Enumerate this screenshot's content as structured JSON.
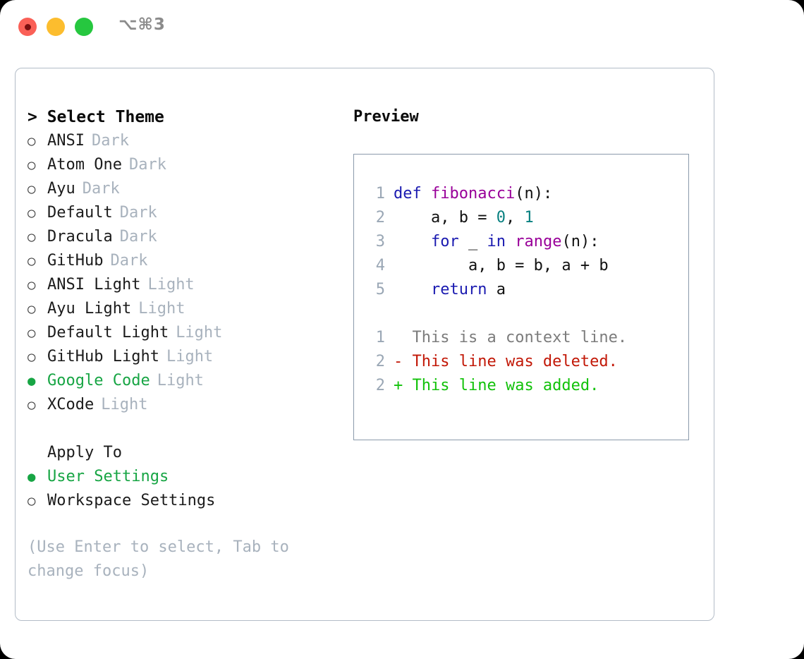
{
  "titlebar": {
    "shortcut": "⌥⌘3",
    "lights": [
      "close-red",
      "minimize-yellow",
      "maximize-green"
    ]
  },
  "theme_list": {
    "heading": "> Select Theme",
    "marker_selected": "●",
    "marker_unselected": "○",
    "items": [
      {
        "name": "ANSI",
        "variant": "Dark",
        "selected": false
      },
      {
        "name": "Atom One",
        "variant": "Dark",
        "selected": false
      },
      {
        "name": "Ayu",
        "variant": "Dark",
        "selected": false
      },
      {
        "name": "Default",
        "variant": "Dark",
        "selected": false
      },
      {
        "name": "Dracula",
        "variant": "Dark",
        "selected": false
      },
      {
        "name": "GitHub",
        "variant": "Dark",
        "selected": false
      },
      {
        "name": "ANSI Light",
        "variant": "Light",
        "selected": false
      },
      {
        "name": "Ayu Light",
        "variant": "Light",
        "selected": false
      },
      {
        "name": "Default Light",
        "variant": "Light",
        "selected": false
      },
      {
        "name": "GitHub Light",
        "variant": "Light",
        "selected": false
      },
      {
        "name": "Google Code",
        "variant": "Light",
        "selected": true
      },
      {
        "name": "XCode",
        "variant": "Light",
        "selected": false
      }
    ]
  },
  "apply_to": {
    "heading": "Apply To",
    "items": [
      {
        "name": "User Settings",
        "selected": true
      },
      {
        "name": "Workspace Settings",
        "selected": false
      }
    ]
  },
  "hint": "(Use Enter to select, Tab to\nchange focus)",
  "preview": {
    "heading": "Preview",
    "code_lines": [
      {
        "num": "1",
        "tokens": [
          {
            "t": "def ",
            "k": "kw"
          },
          {
            "t": "fibonacci",
            "k": "fn"
          },
          {
            "t": "(n):",
            "k": "pl"
          }
        ]
      },
      {
        "num": "2",
        "tokens": [
          {
            "t": "    a, b = ",
            "k": "pl"
          },
          {
            "t": "0",
            "k": "num"
          },
          {
            "t": ", ",
            "k": "pl"
          },
          {
            "t": "1",
            "k": "num"
          }
        ]
      },
      {
        "num": "3",
        "tokens": [
          {
            "t": "    ",
            "k": "pl"
          },
          {
            "t": "for",
            "k": "kw"
          },
          {
            "t": " _ ",
            "k": "pl"
          },
          {
            "t": "in",
            "k": "kw"
          },
          {
            "t": " ",
            "k": "pl"
          },
          {
            "t": "range",
            "k": "fn"
          },
          {
            "t": "(n):",
            "k": "pl"
          }
        ]
      },
      {
        "num": "4",
        "tokens": [
          {
            "t": "        a, b = b, a + b",
            "k": "pl"
          }
        ]
      },
      {
        "num": "5",
        "tokens": [
          {
            "t": "    ",
            "k": "pl"
          },
          {
            "t": "return",
            "k": "kw"
          },
          {
            "t": " a",
            "k": "pl"
          }
        ]
      }
    ],
    "diff_lines": [
      {
        "num": "1",
        "sign": "  ",
        "text": "This is a context line.",
        "kind": "ctx"
      },
      {
        "num": "2",
        "sign": "- ",
        "text": "This line was deleted.",
        "kind": "del"
      },
      {
        "num": "2",
        "sign": "+ ",
        "text": "This line was added.",
        "kind": "add"
      }
    ]
  },
  "colors": {
    "accent_green": "#17a544",
    "muted": "#a8b2bd",
    "border": "#8a9aab",
    "panel_border": "#b3bcc7",
    "keyword": "#1a1ab0",
    "function": "#990099",
    "number": "#088080",
    "diff_added": "#12c20a",
    "diff_deleted": "#c21807",
    "diff_context": "#7c7c7c",
    "line_number": "#9aa7b5"
  }
}
